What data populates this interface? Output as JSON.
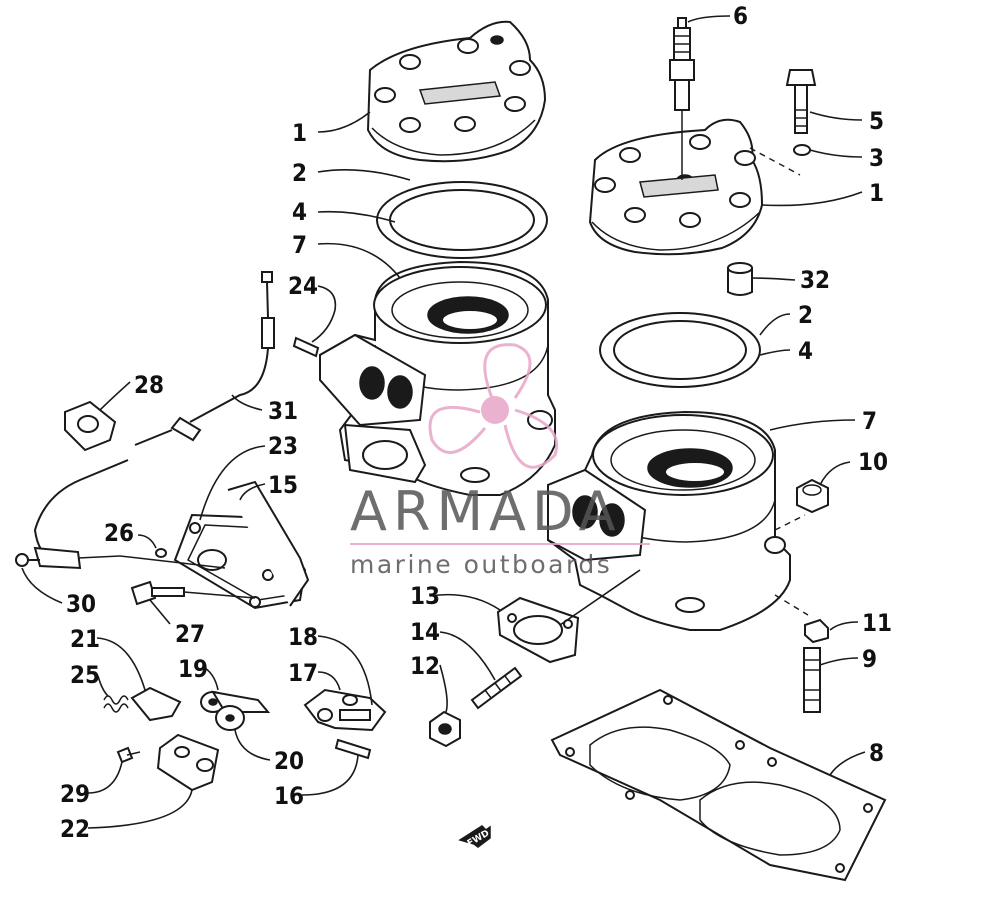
{
  "callouts": [
    {
      "id": "c1a",
      "label": "1"
    },
    {
      "id": "c2a",
      "label": "2"
    },
    {
      "id": "c4a",
      "label": "4"
    },
    {
      "id": "c7a",
      "label": "7"
    },
    {
      "id": "c24",
      "label": "24"
    },
    {
      "id": "c6",
      "label": "6"
    },
    {
      "id": "c5",
      "label": "5"
    },
    {
      "id": "c3",
      "label": "3"
    },
    {
      "id": "c1b",
      "label": "1"
    },
    {
      "id": "c32",
      "label": "32"
    },
    {
      "id": "c2b",
      "label": "2"
    },
    {
      "id": "c4b",
      "label": "4"
    },
    {
      "id": "c7b",
      "label": "7"
    },
    {
      "id": "c10",
      "label": "10"
    },
    {
      "id": "c28",
      "label": "28"
    },
    {
      "id": "c31",
      "label": "31"
    },
    {
      "id": "c23",
      "label": "23"
    },
    {
      "id": "c15",
      "label": "15"
    },
    {
      "id": "c26",
      "label": "26"
    },
    {
      "id": "c30",
      "label": "30"
    },
    {
      "id": "c27",
      "label": "27"
    },
    {
      "id": "c13",
      "label": "13"
    },
    {
      "id": "c14",
      "label": "14"
    },
    {
      "id": "c12",
      "label": "12"
    },
    {
      "id": "c11",
      "label": "11"
    },
    {
      "id": "c9",
      "label": "9"
    },
    {
      "id": "c21",
      "label": "21"
    },
    {
      "id": "c18",
      "label": "18"
    },
    {
      "id": "c25",
      "label": "25"
    },
    {
      "id": "c19",
      "label": "19"
    },
    {
      "id": "c17",
      "label": "17"
    },
    {
      "id": "c20",
      "label": "20"
    },
    {
      "id": "c16",
      "label": "16"
    },
    {
      "id": "c8",
      "label": "8"
    },
    {
      "id": "c29",
      "label": "29"
    },
    {
      "id": "c22",
      "label": "22"
    }
  ],
  "watermark": {
    "brand": "ARMADA",
    "tagline": "marine outboards",
    "color": "#e8a5c8"
  },
  "fwd_label": "FWD"
}
